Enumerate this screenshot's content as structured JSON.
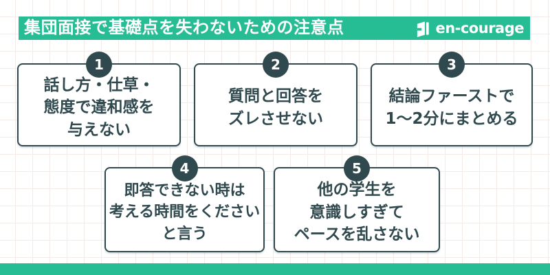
{
  "header": {
    "title": "集団面接で基礎点を失わないための注意点",
    "logo": {
      "icon": "book-icon",
      "text": "en-courage"
    }
  },
  "cards": [
    {
      "number": "1",
      "lines": [
        "話し方・仕草・",
        "態度で違和感を",
        "与えない"
      ]
    },
    {
      "number": "2",
      "lines": [
        "質問と回答を",
        "ズレさせない"
      ]
    },
    {
      "number": "3",
      "lines": [
        "結論ファーストで",
        "1〜2分にまとめる"
      ]
    },
    {
      "number": "4",
      "lines": [
        "即答できない時は",
        "考える時間をください",
        "と言う"
      ]
    },
    {
      "number": "5",
      "lines": [
        "他の学生を",
        "意識しすぎて",
        "ペースを乱さない"
      ]
    }
  ],
  "colors": {
    "brand_green": "#26bc94",
    "dark_slate": "#30494e",
    "card_background": "#ffffff",
    "grid_line": "#f3ebe8",
    "header_text": "#ffffff"
  }
}
